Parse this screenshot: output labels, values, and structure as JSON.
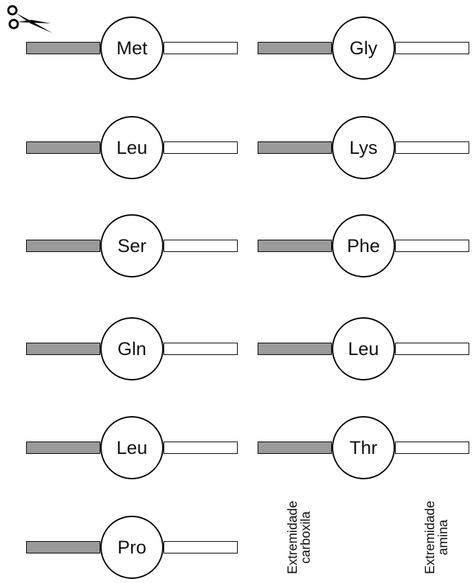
{
  "colors": {
    "left_bar_fill": "#9a9a9a",
    "right_bar_fill": "#ffffff",
    "outline": "#000000"
  },
  "icons": {
    "cut_marker": "scissors-icon"
  },
  "left_column": [
    {
      "residue": "Met"
    },
    {
      "residue": "Leu"
    },
    {
      "residue": "Ser"
    },
    {
      "residue": "Gln"
    },
    {
      "residue": "Leu"
    },
    {
      "residue": "Pro"
    }
  ],
  "right_column": [
    {
      "residue": "Gly"
    },
    {
      "residue": "Lys"
    },
    {
      "residue": "Phe"
    },
    {
      "residue": "Leu"
    },
    {
      "residue": "Thr"
    }
  ],
  "end_labels": {
    "carboxyl": {
      "line1": "Extremidade",
      "line2": "carboxila"
    },
    "amine": {
      "line1": "Extremidade",
      "line2": "amina"
    }
  }
}
